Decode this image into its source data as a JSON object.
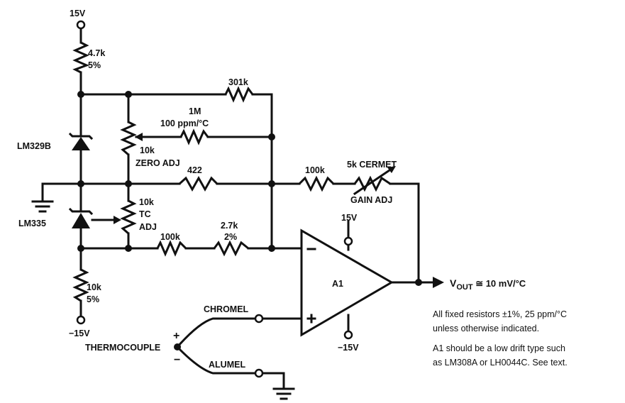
{
  "supply": {
    "pos": "15V",
    "neg": "−15V"
  },
  "resistors": {
    "r_top": {
      "value": "4.7k",
      "tol": "5%"
    },
    "r_bottom": {
      "value": "10k",
      "tol": "5%"
    },
    "r_301k": "301k",
    "r_1m": {
      "value": "1M",
      "tc": "100 ppm/°C"
    },
    "pot_zero": {
      "value": "10k",
      "name": "ZERO ADJ"
    },
    "r_422": "422",
    "r_100k_gain": "100k",
    "cermet": {
      "value": "5k CERMET",
      "name": "GAIN ADJ"
    },
    "pot_tc": {
      "value": "10k",
      "name1": "TC",
      "name2": "ADJ"
    },
    "r_100k_in": "100k",
    "r_2_7k": {
      "value": "2.7k",
      "tol": "2%"
    }
  },
  "devices": {
    "ref": "LM329B",
    "sensor": "LM335",
    "amp": "A1"
  },
  "opamp": {
    "minus": "−",
    "plus": "+",
    "v_pos": "15V",
    "v_neg": "−15V"
  },
  "thermocouple": {
    "label": "THERMOCOUPLE",
    "chromel": "CHROMEL",
    "alumel": "ALUMEL",
    "plus": "+",
    "minus": "−"
  },
  "output": {
    "v": "V",
    "sub": "OUT",
    "rest": " ≅ 10 mV/°C"
  },
  "notes": {
    "line1": "All fixed resistors  ±1%, 25 ppm/°C",
    "line2": "unless otherwise indicated.",
    "line3": "A1 should be a low drift type such",
    "line4": "as LM308A or LH0044C. See text."
  }
}
